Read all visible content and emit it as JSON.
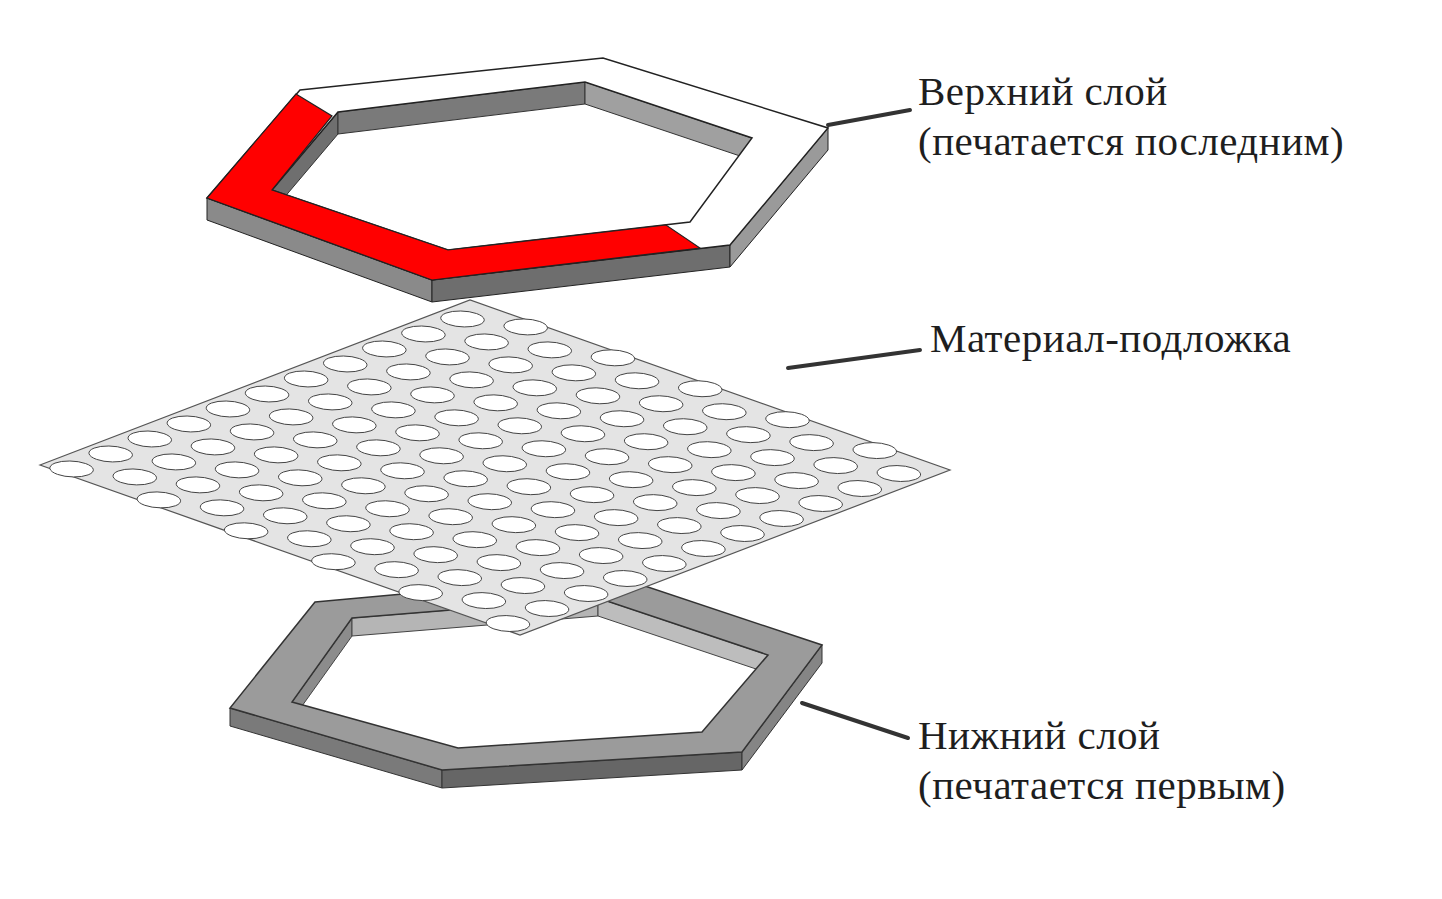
{
  "diagram": {
    "labels": [
      "Верхний слой (печатается последним)",
      "Материал-подложка",
      "Нижний слой (печатается первым)"
    ]
  }
}
